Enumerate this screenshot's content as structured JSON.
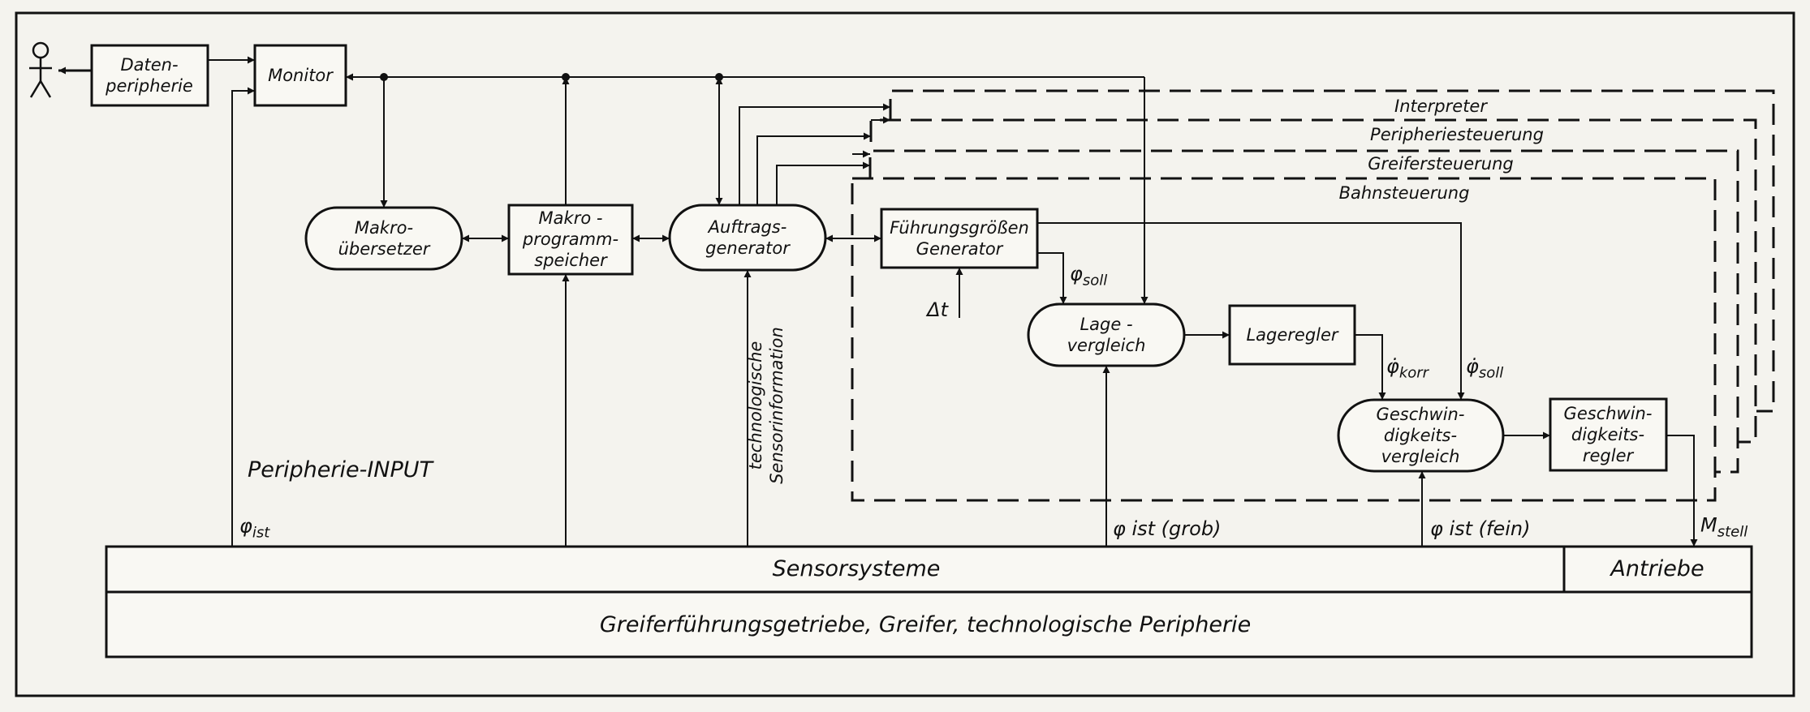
{
  "user": {
    "icon": "person-icon"
  },
  "blocks": {
    "datenperipherie": "Daten-\nperipherie",
    "monitor": "Monitor",
    "makro_uebersetzer": "Makro-\nübersetzer",
    "makro_programmspeicher": "Makro -\nprogramm-\nspeicher",
    "auftragsgenerator": "Auftrags-\ngenerator",
    "fuehrungsgroessen_generator": "Führungsgrößen\nGenerator",
    "lagevergleich": "Lage -\nvergleich",
    "lageregler": "Lageregler",
    "geschwindigkeitsvergleich": "Geschwin-\ndigkeits-\nvergleich",
    "geschwindigkeitsregler": "Geschwin-\ndigkeits-\nregler",
    "sensorsysteme": "Sensorsysteme",
    "antriebe": "Antriebe",
    "greiferfuehrung": "Greiferführungsgetriebe, Greifer, technologische Peripherie"
  },
  "layers": {
    "interpreter": "Interpreter",
    "peripheriesteuerung": "Peripheriesteuerung",
    "greifersteuerung": "Greifersteuerung",
    "bahnsteuerung": "Bahnsteuerung"
  },
  "signals": {
    "peripherie_input": "Peripherie-INPUT",
    "technologische_sensorinformation": "technologische\nSensorinformation",
    "delta_t": "Δt",
    "phi_ist_symbol": "φ",
    "phi_ist_sub": "ist",
    "phi_soll_symbol": "φ",
    "phi_soll_sub": "soll",
    "phi_dot_korr_symbol": "φ̇",
    "phi_dot_korr_sub": "korr",
    "phi_dot_soll_symbol": "φ̇",
    "phi_dot_soll_sub": "soll",
    "phi_ist_grob": "φ ist (grob)",
    "phi_ist_fein": "φ ist (fein)",
    "m_stell_symbol": "M",
    "m_stell_sub": "stell"
  }
}
